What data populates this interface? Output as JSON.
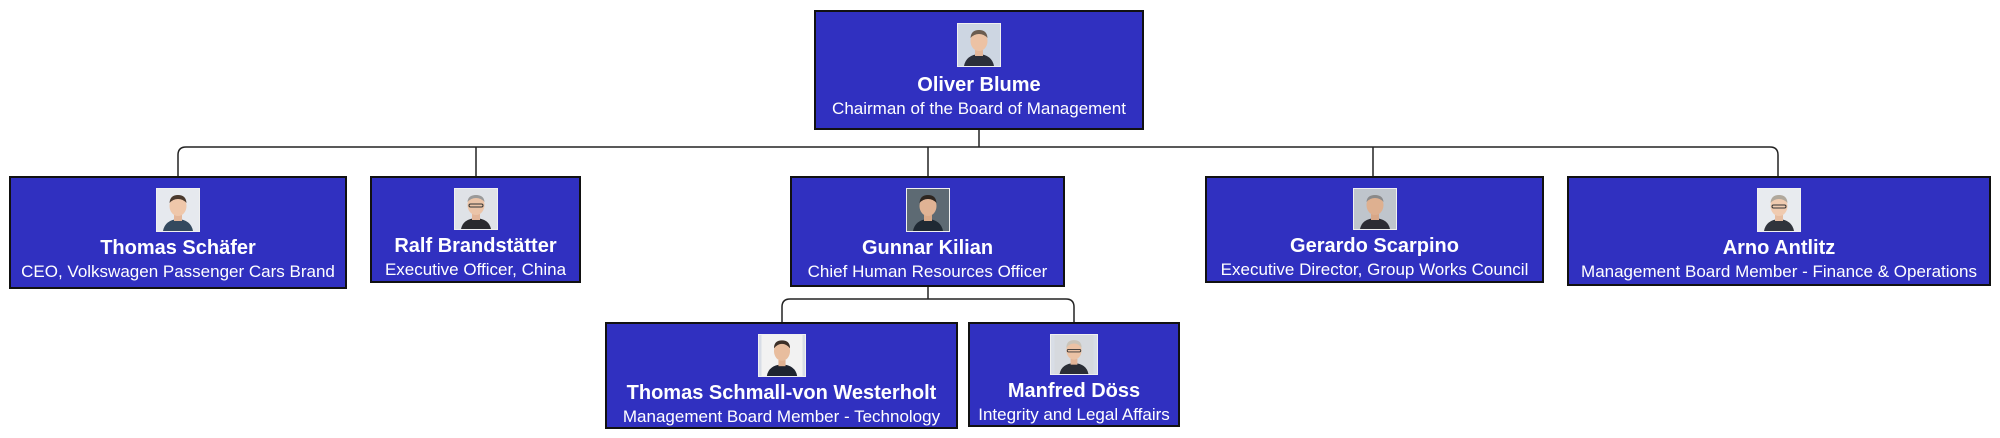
{
  "org": {
    "root": {
      "name": "Oliver Blume",
      "title": "Chairman of the Board of Management"
    },
    "level1": [
      {
        "name": "Thomas Schäfer",
        "title": "CEO, Volkswagen Passenger Cars Brand"
      },
      {
        "name": "Ralf Brandstätter",
        "title": "Executive Officer, China"
      },
      {
        "name": "Gunnar Kilian",
        "title": "Chief Human Resources Officer"
      },
      {
        "name": "Gerardo Scarpino",
        "title": "Executive Director, Group Works Council"
      },
      {
        "name": "Arno Antlitz",
        "title": "Management Board Member - Finance & Operations"
      }
    ],
    "level2": [
      {
        "name": "Thomas Schmall-von Westerholt",
        "title": "Management Board Member - Technology"
      },
      {
        "name": "Manfred Döss",
        "title": "Integrity and Legal Affairs"
      }
    ]
  },
  "colors": {
    "node_fill": "#3030c0",
    "node_border": "#111111",
    "connector": "#222222",
    "text": "#ffffff"
  }
}
